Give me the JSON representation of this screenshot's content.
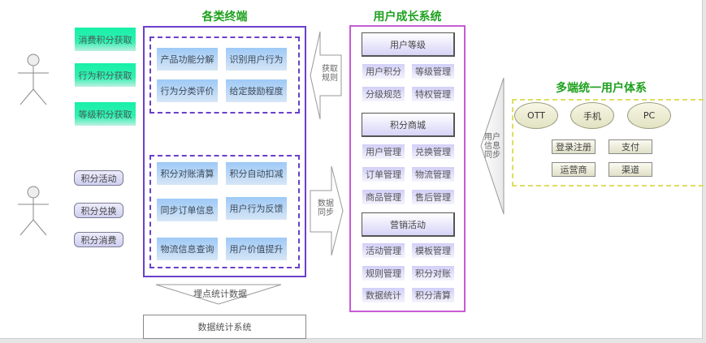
{
  "left": {
    "top_actor_icon": "person-icon",
    "bottom_actor_icon": "person-icon",
    "acquire_buttons": [
      "消费积分获取",
      "行为积分获取",
      "等级积分获取"
    ],
    "use_buttons": [
      "积分活动",
      "积分兑换",
      "积分消费"
    ]
  },
  "terminals": {
    "title": "各类终端",
    "top_group": [
      "产品功能分解",
      "识别用户行为",
      "行为分类评价",
      "给定鼓励程度"
    ],
    "bottom_group": [
      "积分对账清算",
      "积分自动扣减",
      "同步订单信息",
      "用户行为反馈",
      "物流信息查询",
      "用户价值提升"
    ]
  },
  "arrows": {
    "rules": [
      "获取",
      "规则"
    ],
    "sync": [
      "数据",
      "同步"
    ],
    "user_sync": [
      "用户",
      "信息",
      "同步"
    ],
    "tracking": "埋点统计数据"
  },
  "stats_system": "数据统计系统",
  "growth": {
    "title": "用户成长系统",
    "sections": [
      {
        "header": "用户等级",
        "items": [
          "用户积分",
          "等级管理",
          "分级规范",
          "特权管理"
        ]
      },
      {
        "header": "积分商城",
        "items": [
          "用户管理",
          "兑换管理",
          "订单管理",
          "物流管理",
          "商品管理",
          "售后管理"
        ]
      },
      {
        "header": "营销活动",
        "items": [
          "活动管理",
          "模板管理",
          "规则管理",
          "积分对账",
          "数据统计",
          "积分清算"
        ]
      }
    ]
  },
  "multi": {
    "title": "多端统一用户体系",
    "endpoints": [
      "OTT",
      "手机",
      "PC"
    ],
    "functions": [
      "登录注册",
      "支付",
      "运营商",
      "渠道"
    ]
  },
  "colors": {
    "title_green": "#1ea11e",
    "terminal_border": "#6b3fc9",
    "growth_border": "#c75bd6",
    "multi_dash": "#dede60"
  }
}
